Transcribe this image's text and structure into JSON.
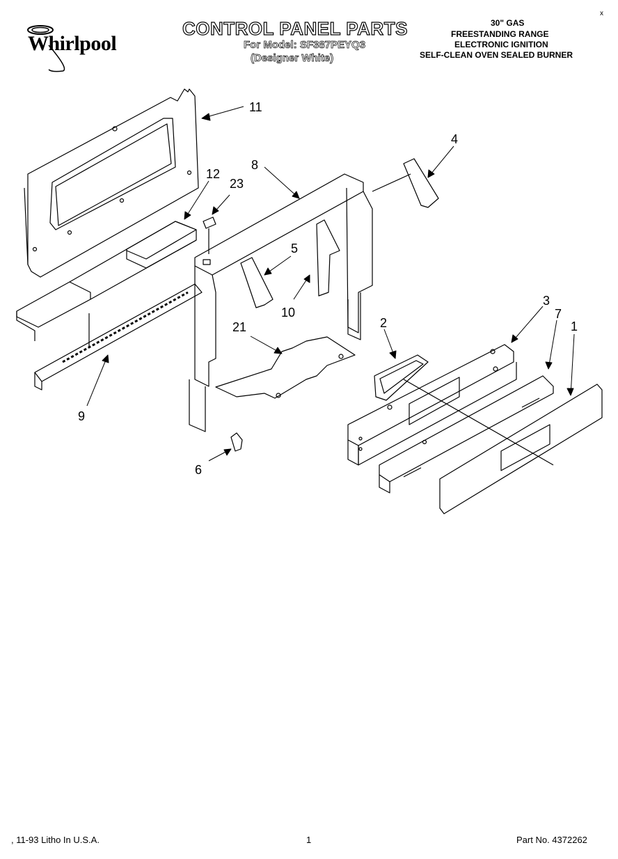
{
  "header": {
    "brand": "Whirlpool",
    "title": "CONTROL PANEL PARTS",
    "model_line": "For Model: SF387PEYQ3",
    "finish_line": "(Designer White)",
    "spec_lines": [
      "30\" GAS",
      "FREESTANDING RANGE",
      "ELECTRONIC IGNITION",
      "SELF-CLEAN OVEN SEALED BURNER"
    ],
    "corner_mark": "x"
  },
  "callouts": [
    "11",
    "8",
    "4",
    "12",
    "23",
    "5",
    "10",
    "21",
    "2",
    "3",
    "7",
    "1",
    "9",
    "6"
  ],
  "footer": {
    "print_note": ", 11-93 Litho In U.S.A.",
    "page_number": "1",
    "part_number": "Part No. 4372262"
  }
}
